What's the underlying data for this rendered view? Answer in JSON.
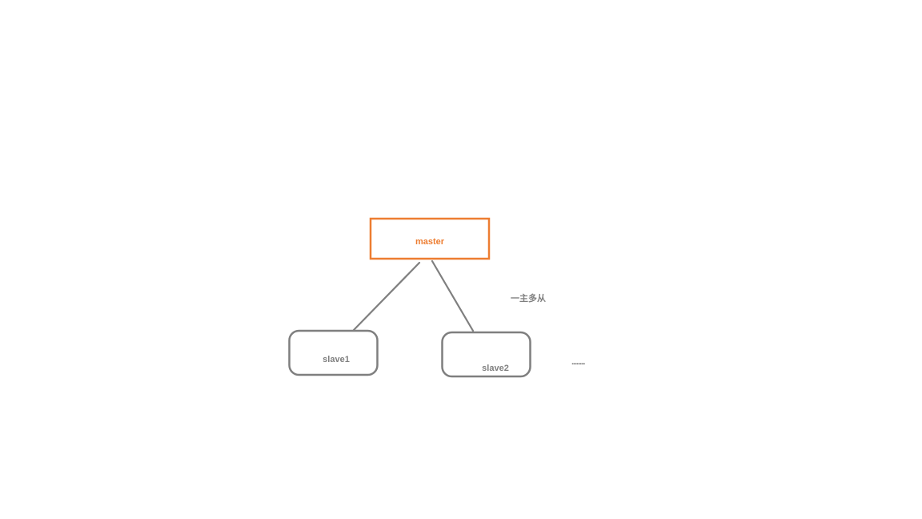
{
  "nodes": {
    "master": {
      "label": "master",
      "color": "#ED7D31"
    },
    "slave1": {
      "label": "slave1",
      "color": "#7F7F7F"
    },
    "slave2": {
      "label": "slave2",
      "color": "#7F7F7F"
    }
  },
  "caption": "一主多从",
  "more": "........",
  "colors": {
    "accent": "#ED7D31",
    "stroke": "#7F7F7F",
    "background": "#FFFFFF"
  }
}
